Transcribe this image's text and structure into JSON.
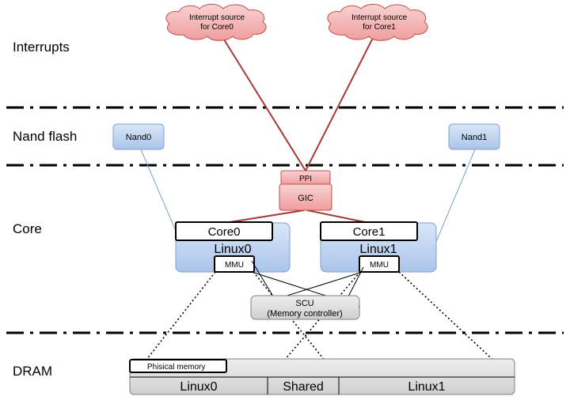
{
  "layers": {
    "interrupts": "Interrupts",
    "nand_flash": "Nand flash",
    "core": "Core",
    "dram": "DRAM"
  },
  "interrupt_sources": {
    "core0_line1": "Interrupt source",
    "core0_line2": "for Core0",
    "core1_line1": "Interrupt source",
    "core1_line2": "for Core1"
  },
  "nand": {
    "nand0": "Nand0",
    "nand1": "Nand1"
  },
  "interrupt_controller": {
    "ppi": "PPI",
    "gic": "GIC"
  },
  "cores": {
    "core0": {
      "name": "Core0",
      "os": "Linux0",
      "mmu": "MMU"
    },
    "core1": {
      "name": "Core1",
      "os": "Linux1",
      "mmu": "MMU"
    }
  },
  "scu": {
    "line1": "SCU",
    "line2": "(Memory controller)"
  },
  "memory": {
    "label": "Phisical memory",
    "regions": [
      "Linux0",
      "Shared",
      "Linux1"
    ]
  },
  "colors": {
    "blue_box": "#c6d9f1",
    "blue_border": "#7f9fcf",
    "red_box": "#f4b6b6",
    "red_border": "#c0504d",
    "red_line": "#a93a3a",
    "gray_box": "#d9d9d9"
  }
}
